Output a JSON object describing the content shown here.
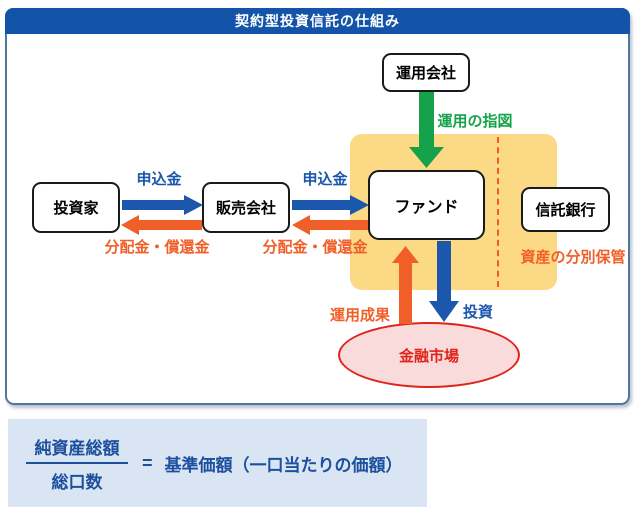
{
  "title": "契約型投資信託の仕組み",
  "diagram": {
    "nodes": {
      "management": "運用会社",
      "investor": "投資家",
      "distributor": "販売会社",
      "fund": "ファンド",
      "trust_bank": "信託銀行",
      "market": "金融市場"
    },
    "labels": {
      "application1": "申込金",
      "application2": "申込金",
      "distribution1": "分配金・償還金",
      "distribution2": "分配金・償還金",
      "instruction": "運用の指図",
      "custody": "資産の分別保管",
      "performance": "運用成果",
      "investment": "投資"
    },
    "colors": {
      "blue": "#1b57ac",
      "orange": "#f15f28",
      "green": "#16a24b",
      "red": "#e0241c",
      "yellow_bg": "#fbd985",
      "pink_bg": "#fadbdb",
      "title_bg": "#1454a8",
      "panel_border": "#4f78a0",
      "formula_bg": "#d9e5f3",
      "formula_text": "#1c4f9e"
    }
  },
  "formula": {
    "numerator": "純資産総額",
    "denominator": "総口数",
    "equals": "=",
    "result": "基準価額（一口当たりの価額）"
  }
}
